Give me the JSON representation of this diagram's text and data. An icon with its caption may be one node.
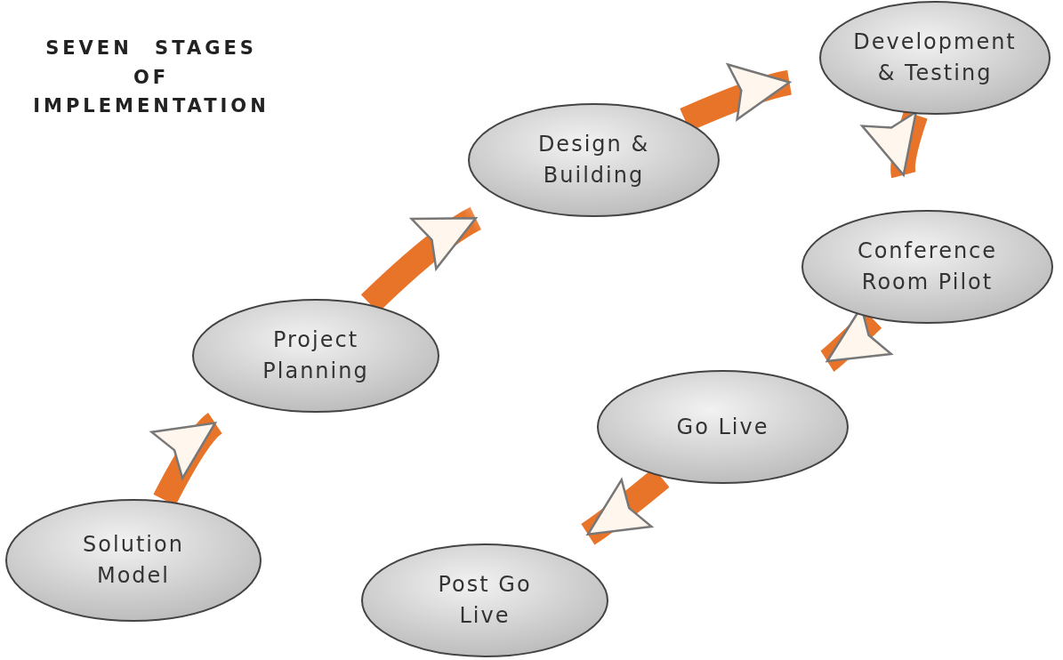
{
  "diagram": {
    "title": "SEVEN STAGES OF IMPLEMENTATION",
    "nodes": [
      {
        "text": [
          "Solution Model"
        ]
      },
      {
        "text": [
          "Project Planning"
        ]
      },
      {
        "text": [
          "Design & Building"
        ]
      },
      {
        "text": [
          "Development & Testing"
        ]
      },
      {
        "text": [
          "Conference Room Pilot"
        ]
      },
      {
        "text": [
          "Go Live"
        ]
      },
      {
        "text": [
          "Post Go Live"
        ]
      }
    ],
    "edges": [
      {
        "from": 0,
        "to": 1,
        "arrow": "to"
      },
      {
        "from": 1,
        "to": 2,
        "arrow": "to"
      },
      {
        "from": 2,
        "to": 3,
        "arrow": "to"
      },
      {
        "from": 3,
        "to": 4,
        "arrow": "to"
      },
      {
        "from": 4,
        "to": 5,
        "arrow": "to"
      },
      {
        "from": 5,
        "to": 6,
        "arrow": "to"
      }
    ]
  }
}
